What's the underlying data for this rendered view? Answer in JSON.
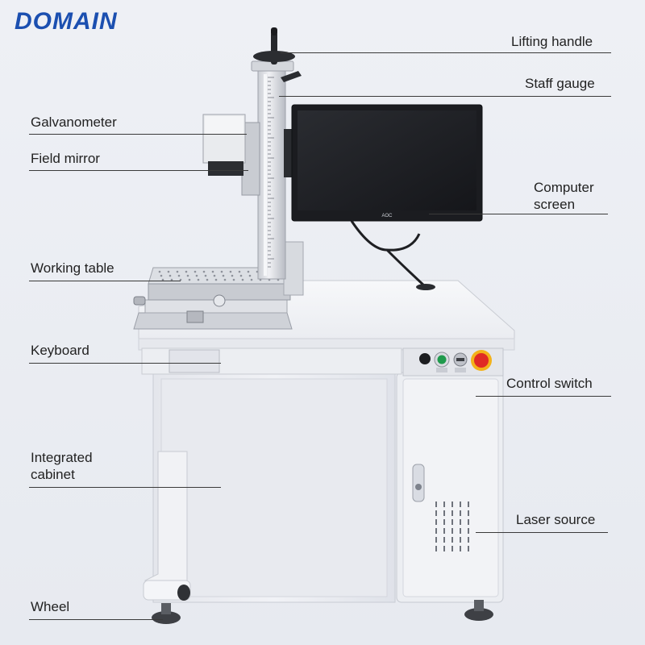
{
  "brand": {
    "logo": "DOMAIN",
    "logo_color": "#1b4fb0",
    "accent_color": "#e53a2a"
  },
  "labels": {
    "lifting_handle": "Lifting handle",
    "staff_gauge": "Staff gauge",
    "galvanometer": "Galvanometer",
    "field_mirror": "Field mirror",
    "computer_screen_1": "Computer",
    "computer_screen_2": "screen",
    "working_table": "Working table",
    "keyboard": "Keyboard",
    "control_switch": "Control switch",
    "integrated_cabinet_1": "Integrated",
    "integrated_cabinet_2": "cabinet",
    "laser_source": "Laser source",
    "wheel": "Wheel"
  },
  "monitor_brand": "AOC",
  "colors": {
    "body": "#f2f3f6",
    "shade": "#d8dbe2",
    "line": "#3a3a3a",
    "estop": "#e02a24",
    "ring": "#f3b21a"
  }
}
